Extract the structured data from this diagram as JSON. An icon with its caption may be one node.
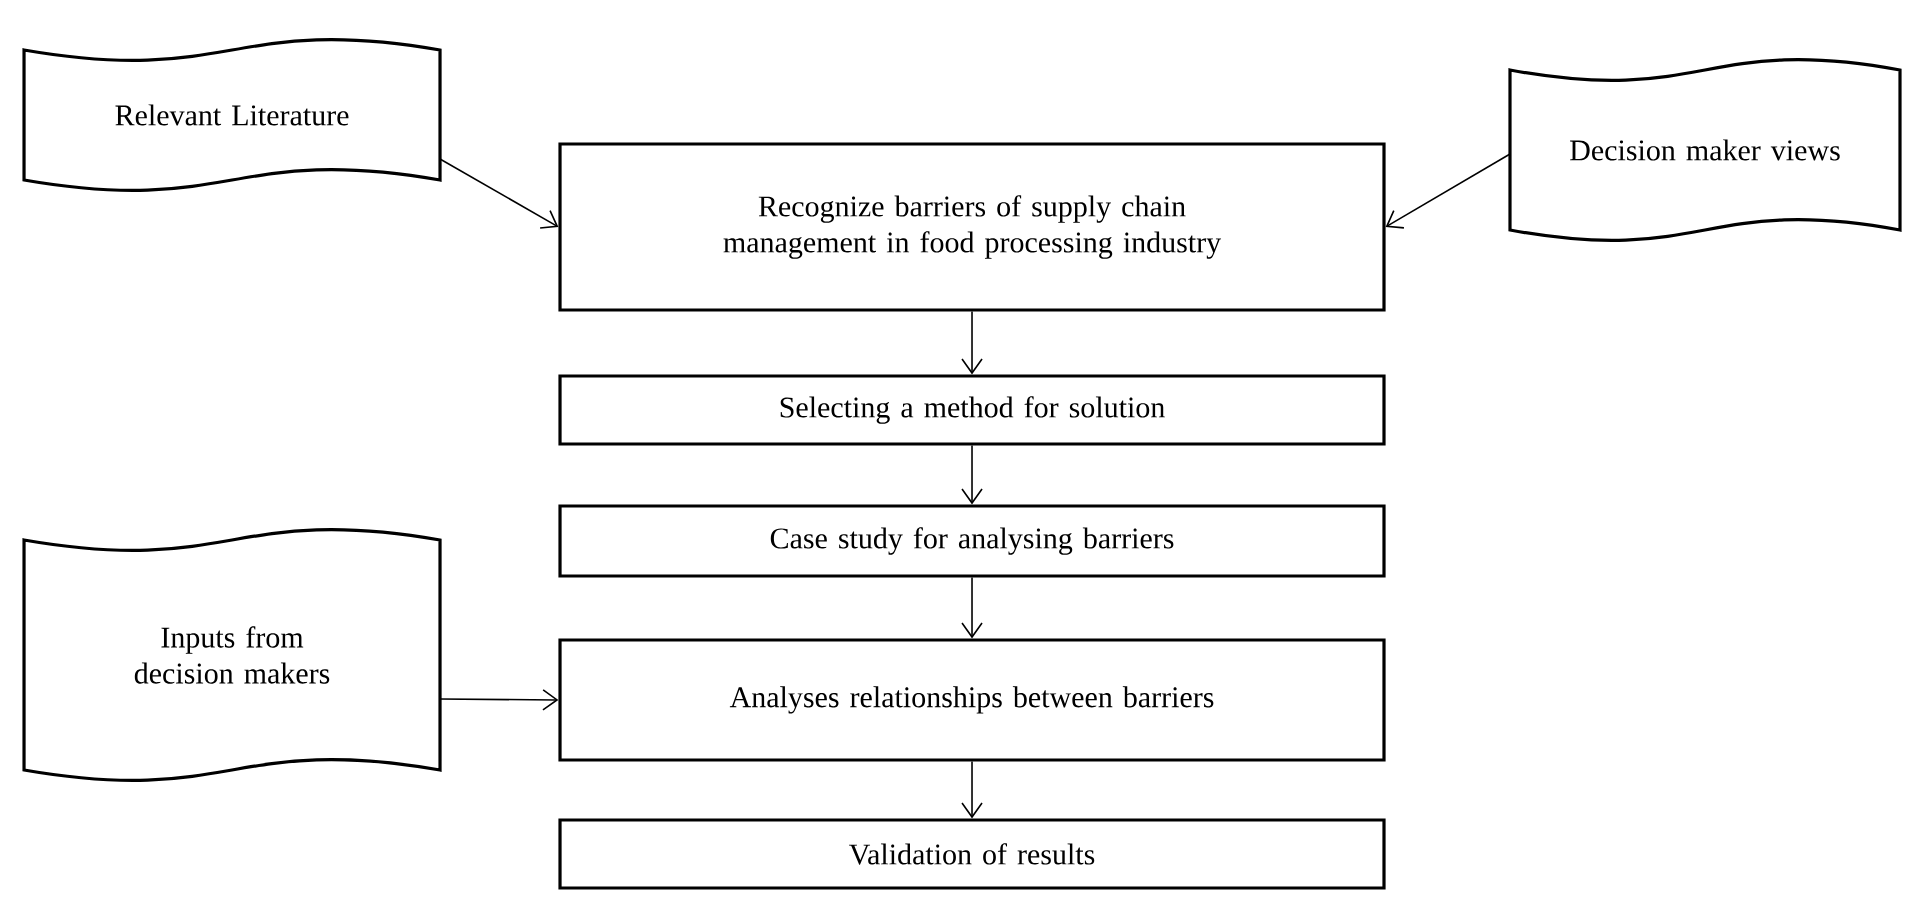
{
  "diagram": {
    "nodes": [
      {
        "text": [
          "Relevant Literature"
        ]
      },
      {
        "text": [
          "Recognize barriers of supply chain management in food processing industry"
        ]
      },
      {
        "text": [
          "Decision maker views"
        ]
      },
      {
        "text": [
          "Selecting a method for solution"
        ]
      },
      {
        "text": [
          "Case study for analysing barriers"
        ]
      },
      {
        "text": [
          "Inputs from decision makers"
        ]
      },
      {
        "text": [
          "Analyses relationships between barriers"
        ]
      },
      {
        "text": [
          "Validation of results"
        ]
      }
    ],
    "edges": [
      {
        "from": 0,
        "to": 1,
        "arrow": "to"
      },
      {
        "from": 2,
        "to": 1,
        "arrow": "to"
      },
      {
        "from": 1,
        "to": 3,
        "arrow": "to"
      },
      {
        "from": 3,
        "to": 4,
        "arrow": "to"
      },
      {
        "from": 4,
        "to": 6,
        "arrow": "to"
      },
      {
        "from": 5,
        "to": 6,
        "arrow": "to"
      },
      {
        "from": 6,
        "to": 7,
        "arrow": "to"
      }
    ]
  }
}
